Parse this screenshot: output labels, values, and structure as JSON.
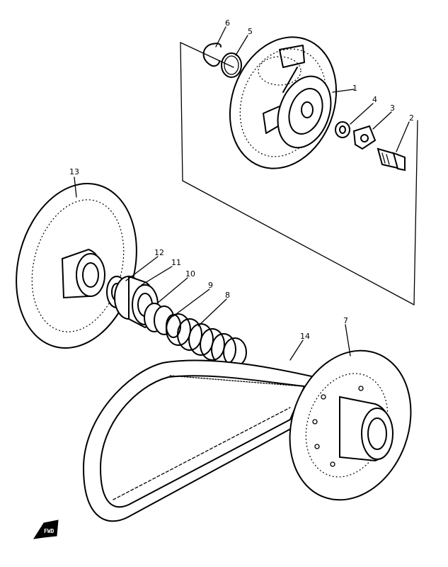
{
  "callouts": [
    {
      "id": "1",
      "label": "1"
    },
    {
      "id": "2",
      "label": "2"
    },
    {
      "id": "3",
      "label": "3"
    },
    {
      "id": "4",
      "label": "4"
    },
    {
      "id": "5",
      "label": "5"
    },
    {
      "id": "6",
      "label": "6"
    },
    {
      "id": "7",
      "label": "7"
    },
    {
      "id": "8",
      "label": "8"
    },
    {
      "id": "9",
      "label": "9"
    },
    {
      "id": "10",
      "label": "10"
    },
    {
      "id": "11",
      "label": "11"
    },
    {
      "id": "12",
      "label": "12"
    },
    {
      "id": "13",
      "label": "13"
    },
    {
      "id": "14",
      "label": "14"
    }
  ],
  "direction_marker": {
    "label": "FWD"
  },
  "colors": {
    "ink": "#000000",
    "paper": "#ffffff"
  }
}
